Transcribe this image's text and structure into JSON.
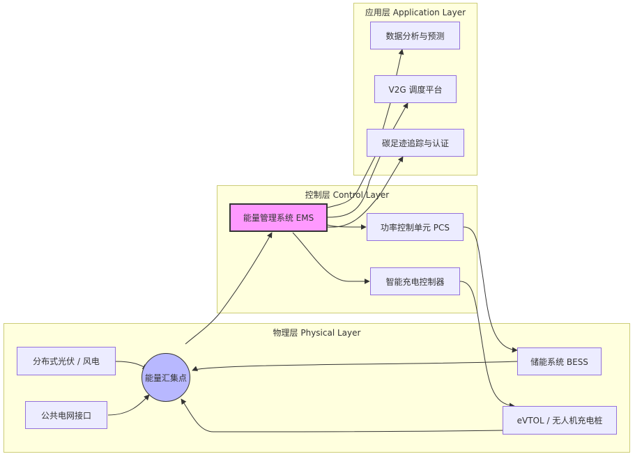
{
  "clusters": {
    "application": {
      "title": "应用层 Application Layer"
    },
    "control": {
      "title": "控制层 Control Layer"
    },
    "physical": {
      "title": "物理层 Physical Layer"
    }
  },
  "nodes": {
    "analytics": "数据分析与预测",
    "v2g": "V2G 调度平台",
    "carbon": "碳足迹追踪与认证",
    "ems": "能量管理系统 EMS",
    "pcs": "功率控制单元 PCS",
    "charger_ctrl": "智能充电控制器",
    "pv_wind": "分布式光伏 / 风电",
    "grid": "公共电网接口",
    "hub": "能量汇集点",
    "bess": "储能系统 BESS",
    "evtol": "eVTOL / 无人机充电桩"
  },
  "edges": [
    {
      "from": "pv_wind",
      "to": "hub"
    },
    {
      "from": "grid",
      "to": "hub"
    },
    {
      "from": "bess",
      "to": "hub"
    },
    {
      "from": "evtol",
      "to": "hub"
    },
    {
      "from": "hub",
      "to": "ems"
    },
    {
      "from": "ems",
      "to": "pcs"
    },
    {
      "from": "ems",
      "to": "charger_ctrl"
    },
    {
      "from": "pcs",
      "to": "bess"
    },
    {
      "from": "charger_ctrl",
      "to": "evtol"
    },
    {
      "from": "ems",
      "to": "analytics"
    },
    {
      "from": "ems",
      "to": "v2g"
    },
    {
      "from": "ems",
      "to": "carbon"
    }
  ],
  "colors": {
    "cluster_fill": "#ffffde",
    "cluster_border": "#cccc77",
    "node_fill": "#ececff",
    "node_border": "#9370db",
    "ems_fill": "#ff99ff",
    "hub_fill": "#b8b8ff",
    "edge": "#333333"
  }
}
